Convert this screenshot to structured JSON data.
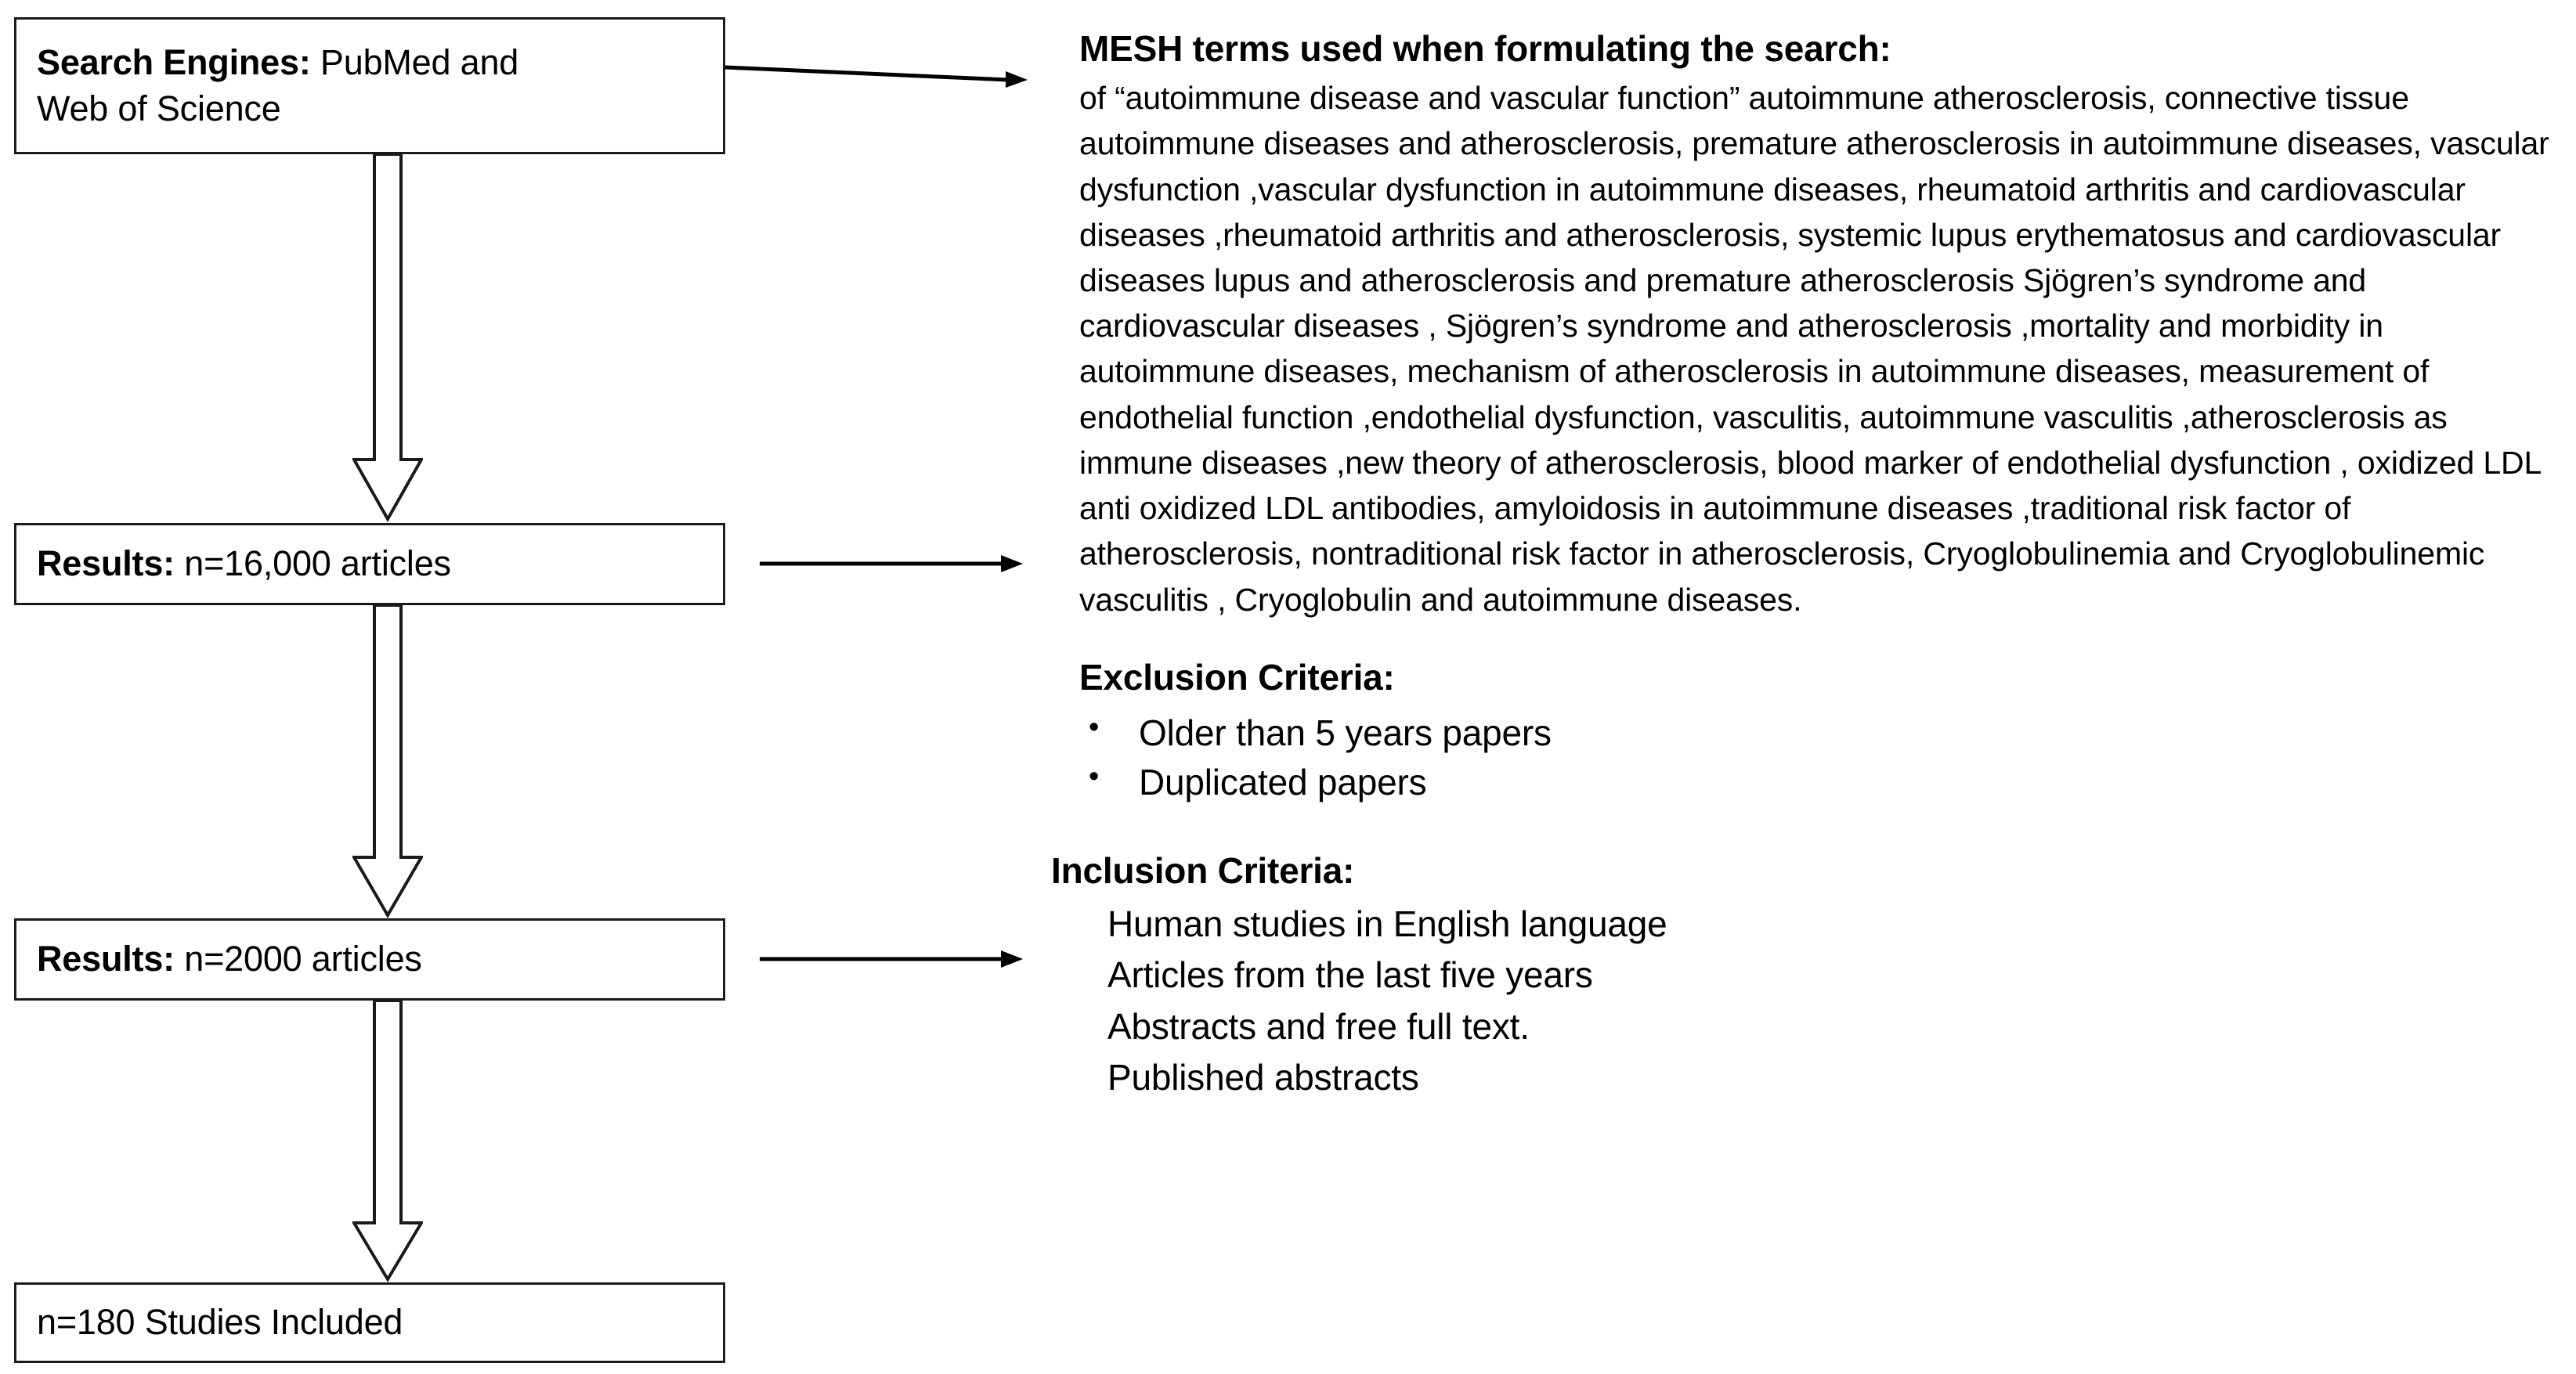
{
  "flowchart": {
    "boxes": [
      {
        "name": "search-engines",
        "label_bold": "Search Engines:",
        "label_rest": " PubMed and\nWeb of Science"
      },
      {
        "name": "results-16000",
        "label_bold": "Results:",
        "label_rest": " n=16,000 articles"
      },
      {
        "name": "results-2000",
        "label_bold": "Results:",
        "label_rest": " n=2000 articles"
      },
      {
        "name": "studies-included",
        "label_bold": "",
        "label_rest": "n=180 Studies Included"
      }
    ],
    "arrow_color": "#1a1a1a",
    "box_border_color": "#1a1a1a"
  },
  "right": {
    "mesh": {
      "heading": "MESH terms used when formulating the search:",
      "body": "of “autoimmune disease and vascular function” autoimmune atherosclerosis, connective tissue autoimmune diseases and atherosclerosis, premature atherosclerosis in autoimmune diseases, vascular dysfunction ,vascular dysfunction in autoimmune diseases, rheumatoid arthritis and cardiovascular diseases ,rheumatoid arthritis and atherosclerosis, systemic lupus erythematosus and cardiovascular diseases lupus and atherosclerosis and premature atherosclerosis Sjögren’s syndrome and cardiovascular diseases , Sjögren’s syndrome and atherosclerosis ,mortality and morbidity in autoimmune diseases, mechanism of atherosclerosis in autoimmune diseases, measurement of endothelial function ,endothelial dysfunction, vasculitis, autoimmune vasculitis ,atherosclerosis as immune diseases ,new theory of atherosclerosis, blood marker of endothelial dysfunction , oxidized LDL anti oxidized LDL antibodies, amyloidosis in autoimmune diseases ,traditional risk factor of atherosclerosis, nontraditional risk factor in atherosclerosis, Cryoglobulinemia and Cryoglobulinemic  vasculitis , Cryoglobulin and autoimmune diseases."
    },
    "exclusion": {
      "heading": "Exclusion Criteria:",
      "items": [
        "Older than 5 years papers",
        "Duplicated papers"
      ]
    },
    "inclusion": {
      "heading": "Inclusion Criteria:",
      "items": [
        "Human studies in English language",
        "Articles from the last five years",
        "Abstracts and free full text.",
        "Published abstracts"
      ]
    }
  }
}
